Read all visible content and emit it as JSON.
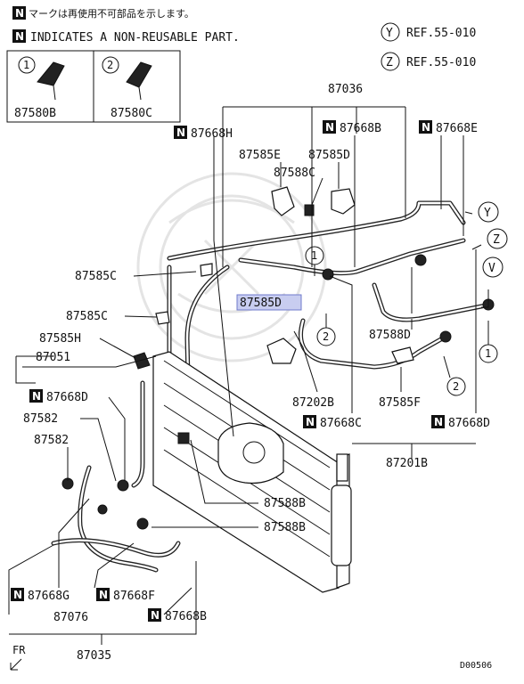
{
  "header": {
    "note_jp": "マークは再使用不可部品を示します。",
    "note_en": "INDICATES A NON-REUSABLE PART.",
    "n_mark": "N"
  },
  "refs": [
    {
      "symbol": "Y",
      "text": "REF.55-010"
    },
    {
      "symbol": "Z",
      "text": "REF.55-010"
    }
  ],
  "inset": [
    {
      "number": "1",
      "part": "87580B"
    },
    {
      "number": "2",
      "part": "87580C"
    }
  ],
  "labels": {
    "p87036": "87036",
    "p87668H": "87668H",
    "p87668B_top": "87668B",
    "p87668E": "87668E",
    "p87585E": "87585E",
    "p87585D_top": "87585D",
    "p87588C": "87588C",
    "p87585C_a": "87585C",
    "p87585D_hl": "87585D",
    "p87585C_b": "87585C",
    "p87585H": "87585H",
    "p87051": "87051",
    "p87668D_left": "87668D",
    "p87582_a": "87582",
    "p87582_b": "87582",
    "p87588D": "87588D",
    "p87202B": "87202B",
    "p87585F": "87585F",
    "p87668C": "87668C",
    "p87668D_right": "87668D",
    "p87201B": "87201B",
    "p87588B_a": "87588B",
    "p87588B_b": "87588B",
    "p87668G": "87668G",
    "p87668F": "87668F",
    "p87076": "87076",
    "p87668B_bottom": "87668B",
    "p87035": "87035",
    "fr": "FR",
    "code": "D00506"
  },
  "callouts": {
    "one": "1",
    "two": "2",
    "y": "Y",
    "z": "Z",
    "v": "V"
  },
  "colors": {
    "highlight_fill": "#c8cdf0",
    "highlight_stroke": "#6f7acb",
    "ink": "#111111"
  }
}
